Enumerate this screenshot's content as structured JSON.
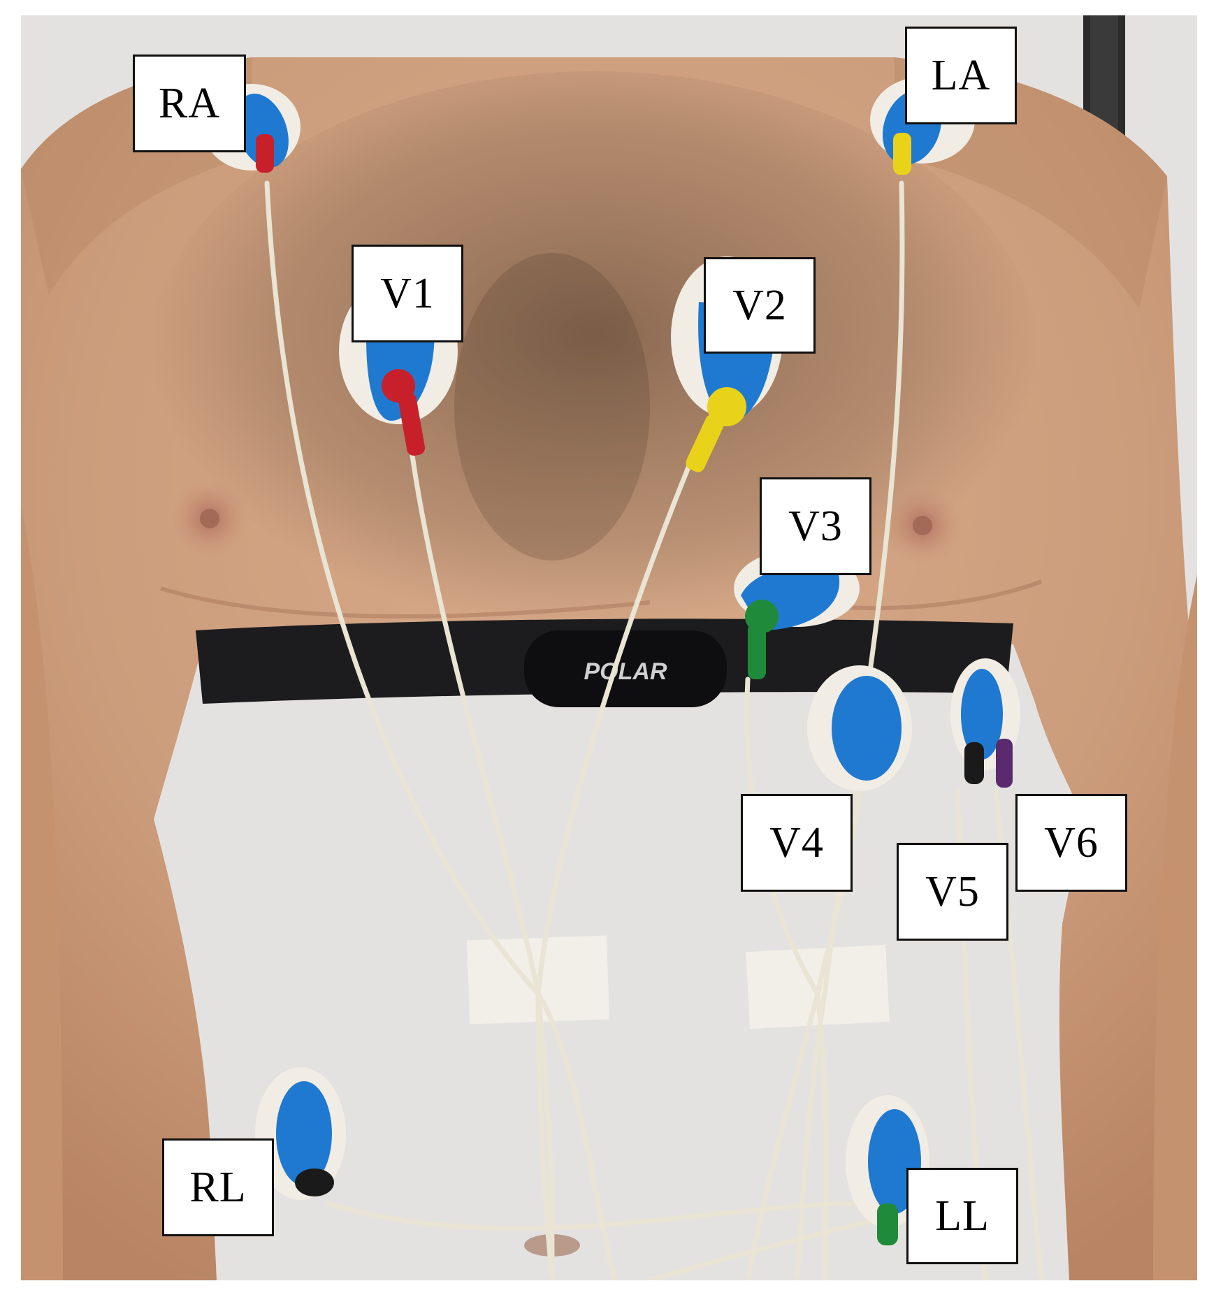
{
  "figure": {
    "subject": "ecg-electrode-placement-photo",
    "colors": {
      "skin": "#cfa080",
      "background_wall": "#e4e2e0",
      "electrode_pad": "#f1ede4",
      "electrode_gel": "#1f79d0",
      "strap": "#1c1c1e",
      "cable": "#e9e4d3",
      "tape": "#f3f1ea"
    }
  },
  "strap": {
    "brand": "POLAR"
  },
  "labels": {
    "ra": "RA",
    "la": "LA",
    "v1": "V1",
    "v2": "V2",
    "v3": "V3",
    "v4": "V4",
    "v5": "V5",
    "v6": "V6",
    "rl": "RL",
    "ll": "LL"
  },
  "lead_colors": {
    "ra": "#c8202a",
    "la": "#e8d21a",
    "v1": "#c8202a",
    "v2": "#e8d21a",
    "v3": "#1f8a3a",
    "v4": "#1a1a1a",
    "v5": "#1a1a1a",
    "v6": "#5b2a6e",
    "rl": "#1a1a1a",
    "ll": "#1f8a3a"
  }
}
